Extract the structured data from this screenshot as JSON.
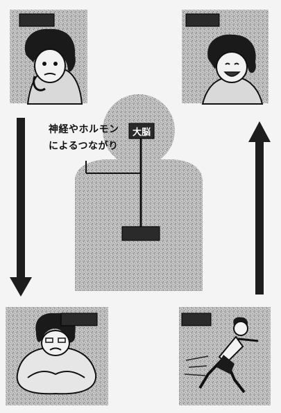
{
  "caption_line1": "神経やホルモン",
  "caption_line2": "によるつながり",
  "brain_label": "大脳",
  "organ_label": "",
  "panel_tags": {
    "top_left": "",
    "top_right": "",
    "bottom_left": "",
    "bottom_right": ""
  },
  "colors": {
    "panel": "#b9b9b9",
    "body": "#a9a9a9",
    "arrow": "#1d1d1d",
    "ink": "#111111"
  }
}
